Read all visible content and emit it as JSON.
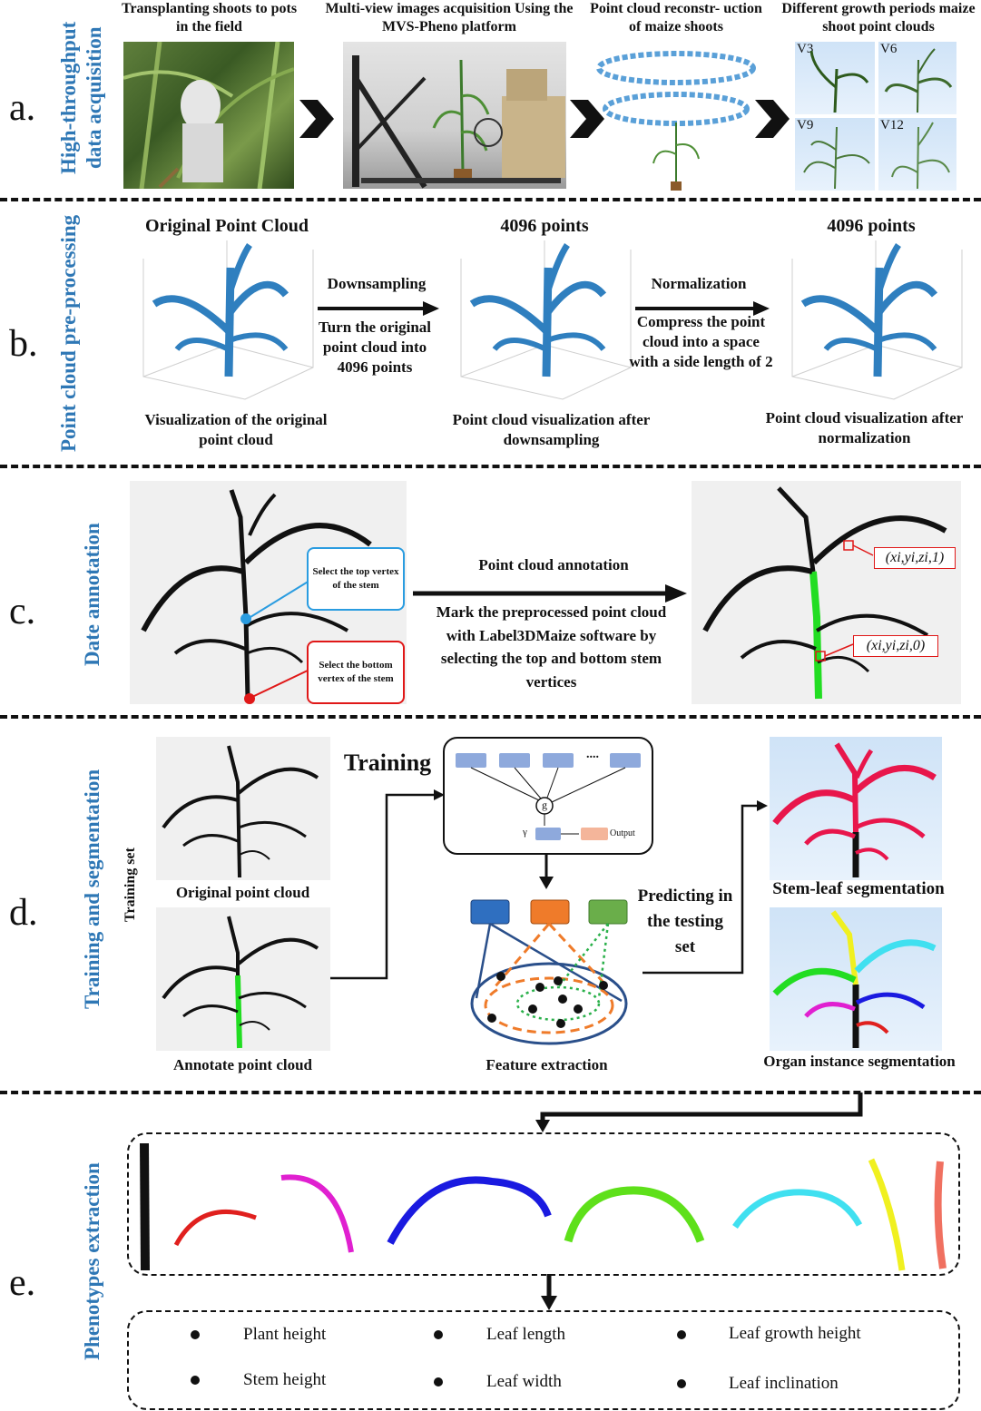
{
  "sections": {
    "a": {
      "letter": "a.",
      "label": "High-throughput data acquisition",
      "captions": [
        "Transplanting shoots to pots in the field",
        "Multi-view images acquisition Using the MVS-Pheno platform",
        "Point cloud reconstr- uction of maize shoots",
        "Different growth periods maize shoot point clouds"
      ],
      "stages": [
        "V3",
        "V6",
        "V9",
        "V12"
      ]
    },
    "b": {
      "letter": "b.",
      "label": "Point cloud pre-processing",
      "titles": [
        "Original Point Cloud",
        "4096 points",
        "4096 points"
      ],
      "arrow1_title": "Downsampling",
      "arrow1_text": "Turn the original point cloud into 4096 points",
      "arrow2_title": "Normalization",
      "arrow2_text": "Compress the point cloud into a space with a side length of 2",
      "captions": [
        "Visualization of the original point cloud",
        "Point cloud visualization after downsampling",
        "Point cloud visualization after normalization"
      ]
    },
    "c": {
      "letter": "c.",
      "label": "Date annotation",
      "callout_top": "Select the top vertex of the stem",
      "callout_bottom": "Select the bottom vertex of the stem",
      "arrow_title": "Point cloud annotation",
      "arrow_text": "Mark the preprocessed point cloud with Label3DMaize software by selecting the top and bottom stem vertices",
      "label_leaf": "(xi,yi,zi,1)",
      "label_stem": "(xi,yi,zi,0)"
    },
    "d": {
      "letter": "d.",
      "label": "Training and segmentation",
      "training_set": "Training set",
      "original": "Original point cloud",
      "annotate": "Annotate point cloud",
      "training": "Training",
      "net_node": "g",
      "net_gamma": "γ",
      "net_dots": "....",
      "net_output": "Output",
      "feature": "Feature extraction",
      "predict": "Predicting in the testing set",
      "stem_leaf": "Stem-leaf segmentation",
      "organ": "Organ instance segmentation"
    },
    "e": {
      "letter": "e.",
      "label": "Phenotypes extraction",
      "phenotypes": [
        "Plant height",
        "Leaf length",
        "Leaf growth height",
        "Stem height",
        "Leaf width",
        "Leaf inclination"
      ]
    }
  },
  "colors": {
    "label_blue": "#2e77b5",
    "plot_blue": "#2f7fbf",
    "stem_green": "#22dd22",
    "leaf_red": "#e8164b",
    "organ_red": "#e0201e",
    "organ_magenta": "#e020d0",
    "organ_blue": "#1a1ae0",
    "organ_green": "#5ee01a",
    "organ_cyan": "#40e0f0",
    "organ_yellow": "#f0f020",
    "organ_salmon": "#f07060"
  }
}
